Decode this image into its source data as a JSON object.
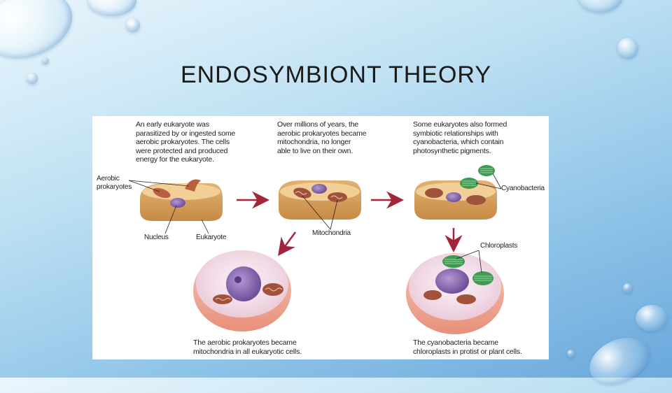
{
  "slide": {
    "title": "ENDOSYMBIONT THEORY"
  },
  "figure": {
    "captions": {
      "step1": "An early eukaryote was\nparasitized by or ingested some\naerobic prokaryotes. The cells\nwere protected and produced\nenergy for the eukaryote.",
      "step2": "Over millions of years, the\naerobic prokaryotes became\nmitochondria, no longer\nable to live on their own.",
      "step3": "Some eukaryotes also formed\nsymbiotic relationships with\ncyanobacteria, which contain\nphotosynthetic pigments.",
      "result1": "The aerobic prokaryotes became\nmitochondria in all eukaryotic cells.",
      "result2": "The cyanobacteria became\nchloroplasts in protist or plant cells."
    },
    "labels": {
      "aerobic_prokaryotes": "Aerobic\nprokaryotes",
      "nucleus": "Nucleus",
      "eukaryote": "Eukaryote",
      "mitochondria": "Mitochondria",
      "cyanobacteria": "Cyanobacteria",
      "chloroplasts": "Chloroplasts"
    },
    "colors": {
      "cell_tan": "#d9a766",
      "cell_inner": "#f1cf96",
      "nucleus_purple": "#8a6bb3",
      "mitochondria_brown": "#a0523a",
      "chloroplast_green": "#3f9a52",
      "arrow_red": "#a3243b",
      "final_cell_pink": "#f3b7a8"
    }
  }
}
